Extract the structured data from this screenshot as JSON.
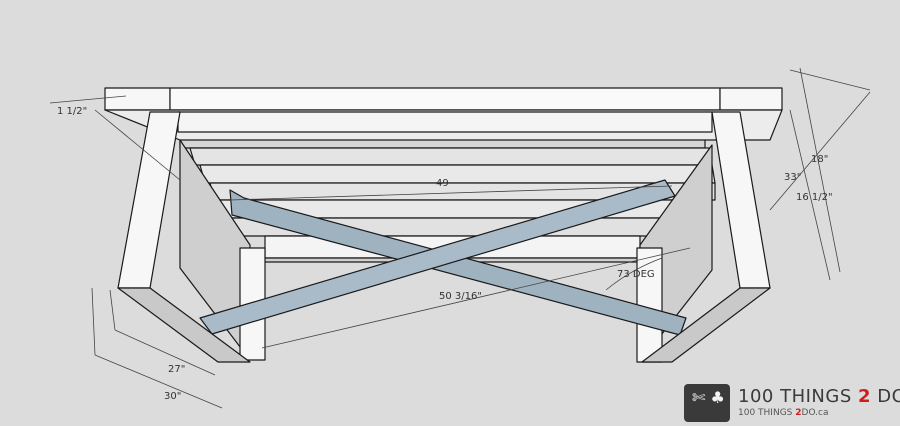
{
  "dimensions": {
    "thickness": "1 1/2\"",
    "length_top": "49",
    "diagonal_brace": "50 3/16\"",
    "angle": "73 DEG",
    "inner_depth": "27\"",
    "outer_depth": "30\"",
    "top_width": "18\"",
    "height": "33\"",
    "inner_width": "16 1/2\""
  },
  "logo": {
    "line1_a": "100 THINGS ",
    "line1_accent": "2",
    "line1_b": " DO",
    "line2_a": "100 THINGS ",
    "line2_accent": "2",
    "line2_b": "DO.ca",
    "icon": "utensils-icon"
  },
  "colors": {
    "wood": "#f7f7f7",
    "wood_shadow": "#bdbdbd",
    "brace": "#9fb2bf",
    "outline": "#1a1a1a",
    "accent": "#d11c1c"
  }
}
